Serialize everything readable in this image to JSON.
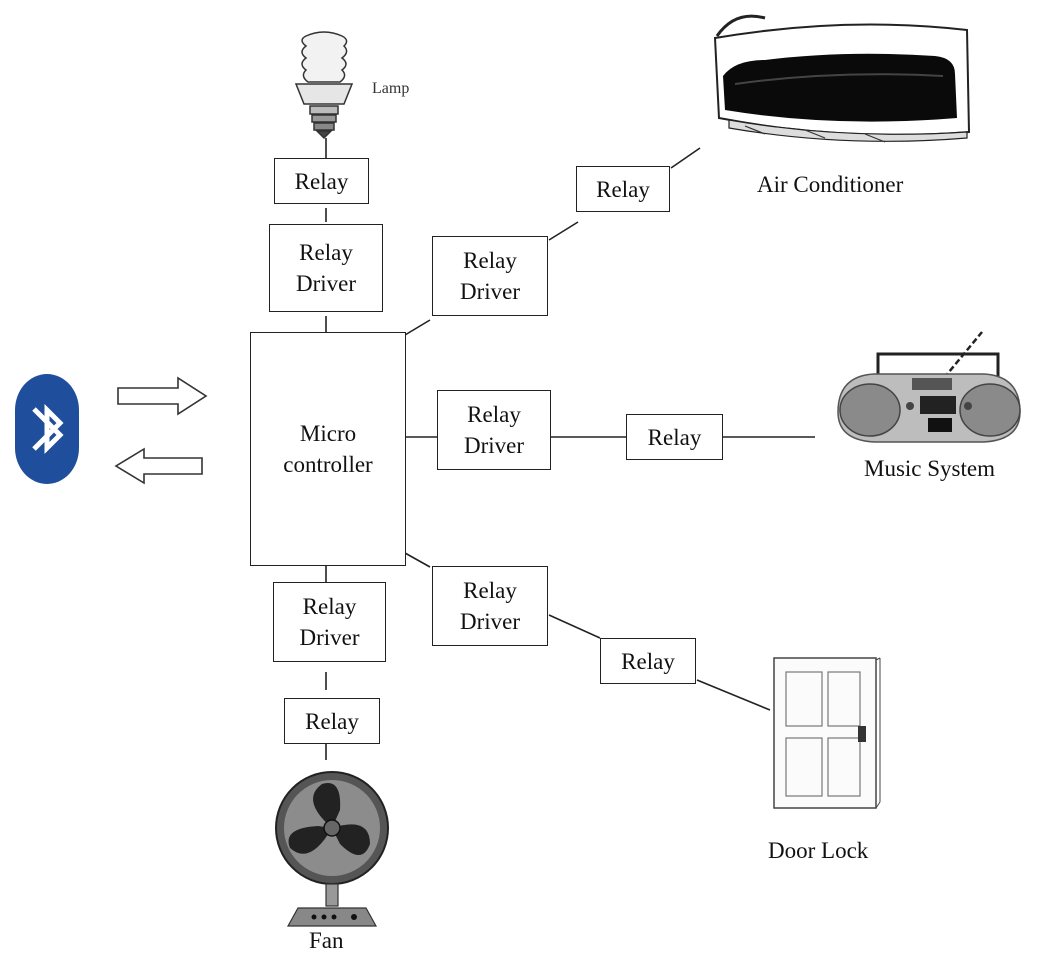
{
  "microcontroller": {
    "line1": "Micro",
    "line2": "controller"
  },
  "relay_label": "Relay",
  "driver": {
    "line1": "Relay",
    "line2": "Driver"
  },
  "devices": {
    "lamp": "Lamp",
    "air_conditioner": "Air Conditioner",
    "music_system": "Music System",
    "door_lock": "Door Lock",
    "fan": "Fan"
  },
  "colors": {
    "bluetooth": "#1f4e9c",
    "line": "#222222"
  }
}
